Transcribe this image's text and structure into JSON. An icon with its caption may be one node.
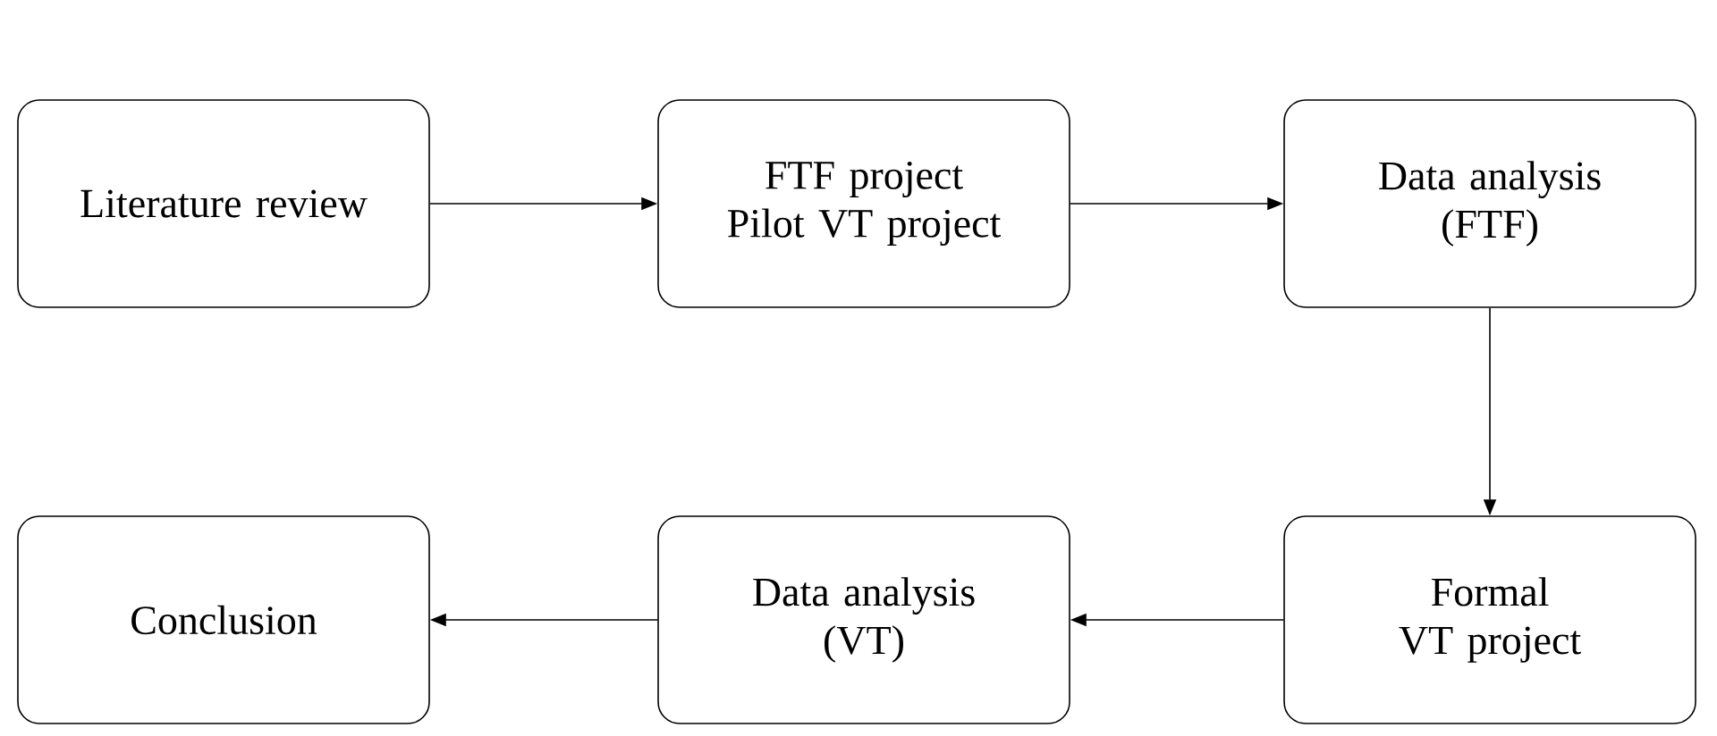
{
  "diagram": {
    "nodes": [
      {
        "text": [
          "Literature review"
        ]
      },
      {
        "text": [
          "FTF project",
          "Pilot VT project"
        ]
      },
      {
        "text": [
          "Data analysis (FTF)"
        ]
      },
      {
        "text": [
          "Formal VT project"
        ]
      },
      {
        "text": [
          "Data analysis (VT)"
        ]
      },
      {
        "text": [
          "Conclusion"
        ]
      }
    ],
    "edges": [
      {
        "from": 0,
        "to": 1,
        "arrow": "to"
      },
      {
        "from": 1,
        "to": 2,
        "arrow": "to"
      },
      {
        "from": 2,
        "to": 3,
        "arrow": "to"
      },
      {
        "from": 3,
        "to": 4,
        "arrow": "to"
      },
      {
        "from": 4,
        "to": 5,
        "arrow": "to"
      }
    ]
  }
}
